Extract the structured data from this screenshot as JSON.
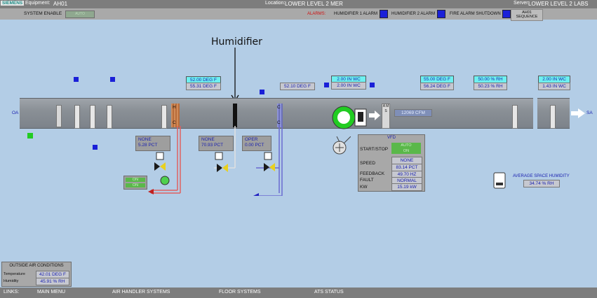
{
  "header": {
    "brand": "SIEMENS",
    "equipment_label": "Equipment:",
    "equipment": "AH01",
    "location_label": "Location:",
    "location": "LOWER LEVEL 2 MER",
    "served_label": "Server:",
    "served": "LOWER LEVEL 2 LABS"
  },
  "toolbar": {
    "system_enable": "SYSTEM ENABLE",
    "system_enable_value": "AUTO",
    "alarms": "ALARMS:",
    "alarm1": "HUMIDIFIER 1 ALARM",
    "alarm2": "HUMIDIFIER 2 ALARM",
    "alarm3": "FIRE ALARM SHUTDOWN",
    "sequence_line1": "AH01",
    "sequence_line2": "SEQUENCE"
  },
  "callout": "Humidifier",
  "duct": {
    "oa": "OA",
    "sa": "SA",
    "h_label": "H",
    "c_label": "C",
    "ams": "A M S"
  },
  "readings": {
    "temp1_set": "52.00 DEG F",
    "temp1": "55.31 DEG F",
    "temp2": "52.10 DEG F",
    "press_set": "2.00 IN WC",
    "press": "2.00 IN WC",
    "temp3_set": "55.00 DEG F",
    "temp3": "56.24 DEG F",
    "rh_set": "50.00 % RH",
    "rh": "50.23 % RH",
    "sp_set": "2.00 IN WC",
    "sp": "1.43 IN WC",
    "cfm": "12069 CFM"
  },
  "valves": {
    "preheat_status": "NONE",
    "preheat_value": "5.28 PCT",
    "pump_status": "ON",
    "pump_value": "ON",
    "humid_status": "NONE",
    "humid_value": "70.93 PCT",
    "cool_status": "OPER",
    "cool_value": "0.00 PCT"
  },
  "vfd": {
    "title": "VFD",
    "start_stop_label": "START/STOP",
    "start_stop_value": "AUTO",
    "start_stop_value2": "ON",
    "speed_label": "SPEED",
    "speed_status": "NONE",
    "speed_value": "83.14 PCT",
    "feedback_label": "FEEDBACK",
    "feedback_value": "49.70 HZ",
    "fault_label": "FAULT",
    "fault_value": "NORMAL",
    "kw_label": "KW",
    "kw_value": "15.19 kW"
  },
  "space": {
    "label": "AVERAGE SPACE HUMIDITY",
    "value": "34.74 % RH"
  },
  "outside": {
    "title": "OUTSIDE AIR CONDITIONS",
    "temp_label": "Temperature",
    "temp_value": "42.01 DEG F",
    "hum_label": "Humidity",
    "hum_value": "45.91 % RH"
  },
  "footer": {
    "links": "LINKS:",
    "main_menu": "MAIN MENU",
    "ahu": "AIR HANDLER SYSTEMS",
    "floor": "FLOOR SYSTEMS",
    "ats": "ATS STATUS"
  }
}
